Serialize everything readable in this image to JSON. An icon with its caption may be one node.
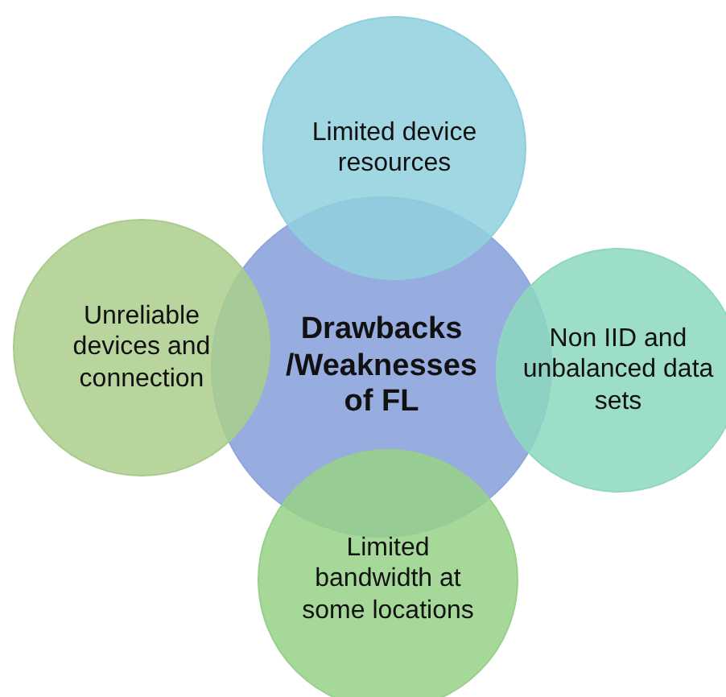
{
  "diagram": {
    "nodes": [
      {
        "text": [
          "Drawbacks /Weaknesses of FL"
        ]
      },
      {
        "text": [
          "Limited device resources"
        ]
      },
      {
        "text": [
          "Non IID and unbalanced data sets"
        ]
      },
      {
        "text": [
          "Limited bandwidth at some locations"
        ]
      },
      {
        "text": [
          "Unreliable devices and connection"
        ]
      }
    ],
    "edges": []
  }
}
